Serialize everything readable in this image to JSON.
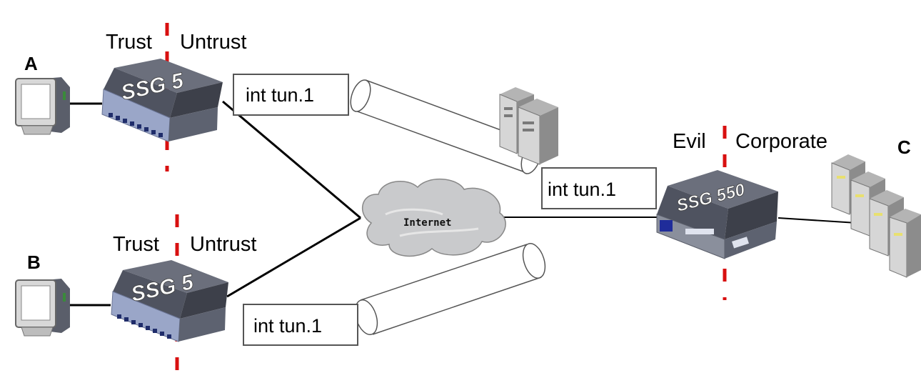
{
  "nodes": {
    "a": {
      "label": "A"
    },
    "b": {
      "label": "B"
    },
    "c": {
      "label": "C"
    }
  },
  "zones": {
    "top_left": {
      "trust": "Trust",
      "untrust": "Untrust"
    },
    "bottom_left": {
      "trust": "Trust",
      "untrust": "Untrust"
    },
    "right": {
      "evil": "Evil",
      "corporate": "Corporate"
    }
  },
  "devices": {
    "ssg5_top": "SSG 5",
    "ssg5_bottom": "SSG 5",
    "ssg550": "SSG 550"
  },
  "tunnels": {
    "top_left": "int tun.1",
    "right": "int tun.1",
    "bottom_left": "int tun.1"
  },
  "cloud": {
    "label": "Internet"
  },
  "colors": {
    "divider": "#d81010",
    "device_body": "#4f5360",
    "device_front": "#9aa6c8",
    "line": "#000000",
    "cloud": "#c9cacc"
  }
}
